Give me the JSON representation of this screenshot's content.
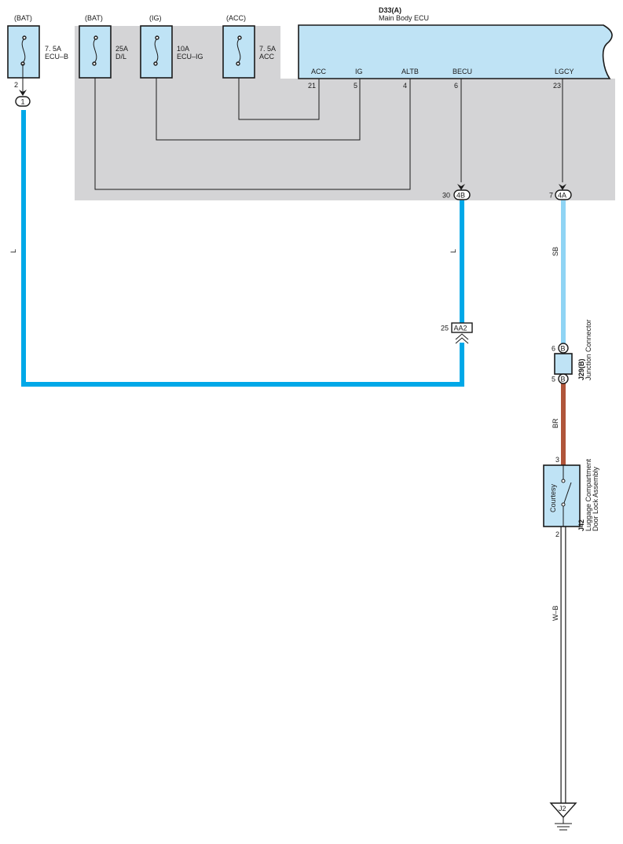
{
  "fuses": [
    {
      "source": "(BAT)",
      "line1": "7. 5A",
      "line2": "ECU–B"
    },
    {
      "source": "(BAT)",
      "line1": "25A",
      "line2": "D/L"
    },
    {
      "source": "(IG)",
      "line1": "10A",
      "line2": "ECU–IG"
    },
    {
      "source": "(ACC)",
      "line1": "7. 5A",
      "line2": "ACC"
    }
  ],
  "fuse1_pin": "2",
  "fuse1_connector": "1",
  "ecu": {
    "code": "D33(A)",
    "name": "Main Body ECU",
    "terminals": [
      {
        "name": "ACC",
        "pin": "21"
      },
      {
        "name": "IG",
        "pin": "5"
      },
      {
        "name": "ALTB",
        "pin": "4"
      },
      {
        "name": "BECU",
        "pin": "6"
      },
      {
        "name": "LGCY",
        "pin": "23"
      }
    ]
  },
  "ecu_out_connectors": [
    {
      "pin": "30",
      "label": "4B"
    },
    {
      "pin": "7",
      "label": "4A"
    }
  ],
  "wires": {
    "left": "L",
    "mid": "L",
    "right_sb": "SB",
    "right_br": "BR",
    "right_wb": "W–B"
  },
  "aa2": {
    "pin": "25",
    "label": "AA2"
  },
  "junction": {
    "code": "J29(B)",
    "name": "Junction Connector",
    "pin_top": "6",
    "pin_bottom": "5",
    "label": "B"
  },
  "j42": {
    "code": "J42",
    "name_line1": "Luggage Compartment",
    "name_line2": "Door Lock Assembly",
    "switch_label": "Courtesy",
    "pin_top": "3",
    "pin_bottom": "2"
  },
  "ground": {
    "label": "J2"
  },
  "colors": {
    "wire_l": "#00a8e8",
    "wire_sb": "#8fd4f4",
    "wire_br": "#b0553a",
    "wire_wb": "#ffffff",
    "ecu_bg": "#d4d4d6",
    "component_fill": "#bfe3f5"
  }
}
